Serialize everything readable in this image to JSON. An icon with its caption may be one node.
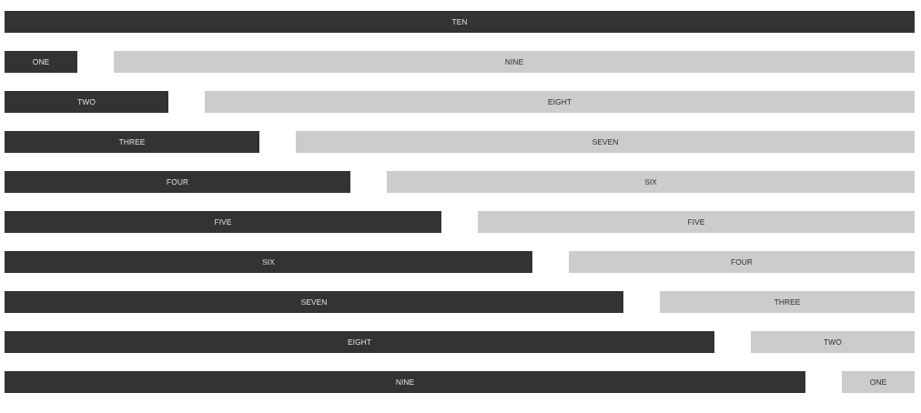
{
  "diagram": {
    "nodes": [
      {
        "text": [
          "TEN"
        ]
      },
      {
        "text": [
          "ONE"
        ]
      },
      {
        "text": [
          "NINE"
        ]
      },
      {
        "text": [
          "TWO"
        ]
      },
      {
        "text": [
          "EIGHT"
        ]
      },
      {
        "text": [
          "THREE"
        ]
      },
      {
        "text": [
          "SEVEN"
        ]
      },
      {
        "text": [
          "FOUR"
        ]
      },
      {
        "text": [
          "SIX"
        ]
      },
      {
        "text": [
          "FIVE"
        ]
      },
      {
        "text": [
          "FIVE"
        ]
      },
      {
        "text": [
          "SIX"
        ]
      },
      {
        "text": [
          "FOUR"
        ]
      },
      {
        "text": [
          "SEVEN"
        ]
      },
      {
        "text": [
          "THREE"
        ]
      },
      {
        "text": [
          "EIGHT"
        ]
      },
      {
        "text": [
          "TWO"
        ]
      },
      {
        "text": [
          "NINE"
        ]
      },
      {
        "text": [
          "ONE"
        ]
      }
    ]
  }
}
